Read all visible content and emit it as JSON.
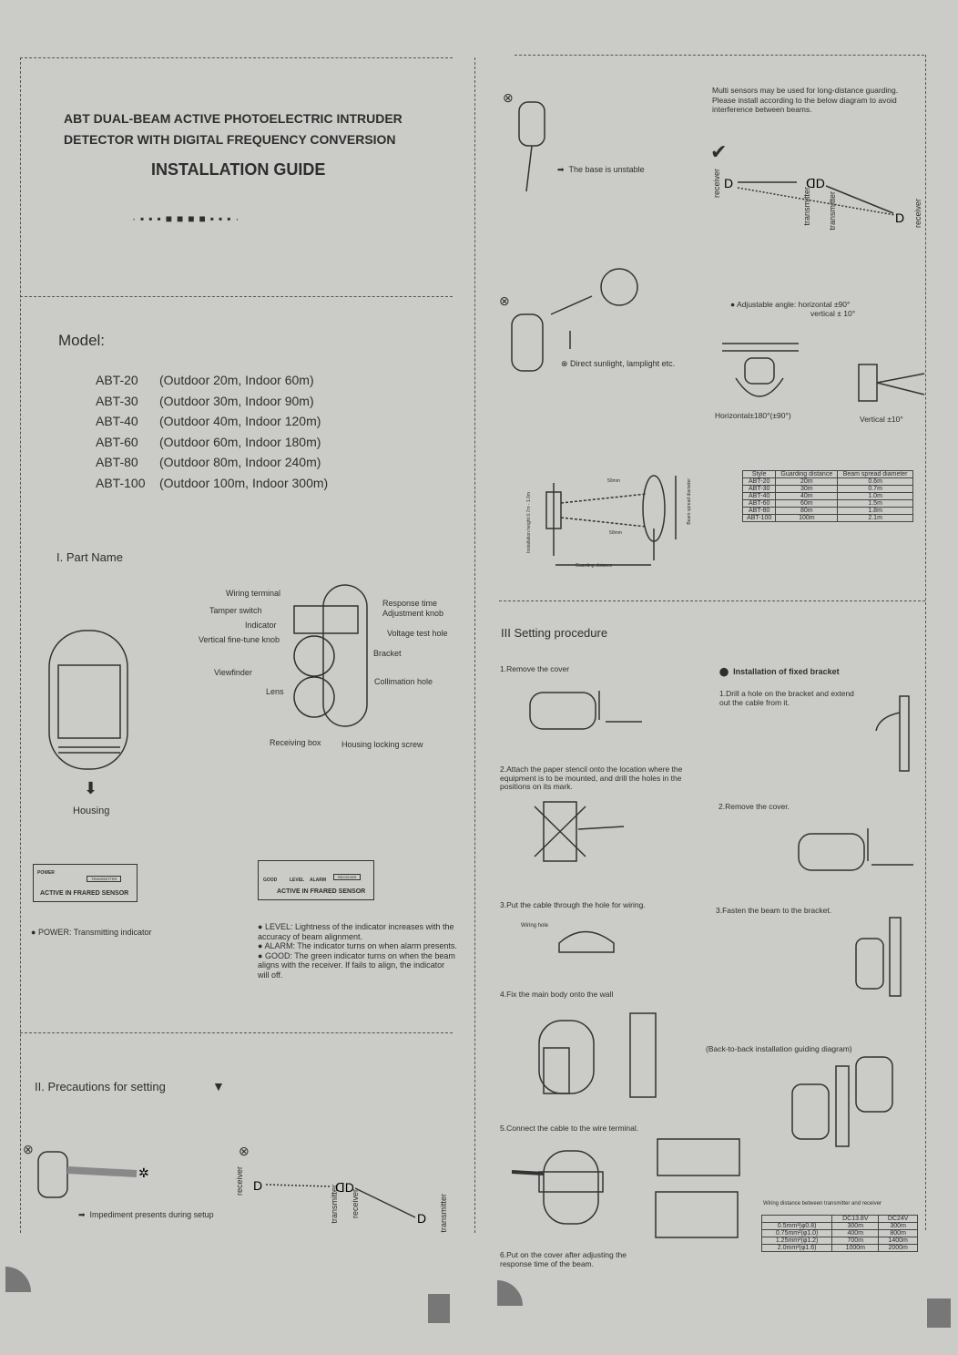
{
  "header": {
    "title_line1": "ABT DUAL-BEAM ACTIVE PHOTOELECTRIC INTRUDER",
    "title_line2": "DETECTOR WITH DIGITAL FREQUENCY CONVERSION",
    "guide": "INSTALLATION GUIDE"
  },
  "model": {
    "heading": "Model:",
    "items": [
      {
        "name": "ABT-20",
        "spec": "(Outdoor 20m, Indoor 60m)"
      },
      {
        "name": "ABT-30",
        "spec": "(Outdoor 30m, Indoor 90m)"
      },
      {
        "name": "ABT-40",
        "spec": "(Outdoor 40m, Indoor 120m)"
      },
      {
        "name": "ABT-60",
        "spec": "(Outdoor 60m, Indoor 180m)"
      },
      {
        "name": "ABT-80",
        "spec": "(Outdoor 80m, Indoor 240m)"
      },
      {
        "name": "ABT-100",
        "spec": "(Outdoor 100m, Indoor 300m)"
      }
    ]
  },
  "parts": {
    "heading": "I. Part Name",
    "housing": "Housing",
    "labels": {
      "wiring_terminal": "Wiring terminal",
      "tamper": "Tamper switch",
      "indicator": "Indicator",
      "vertical": "Vertical fine-tune knob",
      "viewfinder": "Viewfinder",
      "lens": "Lens",
      "response": "Response time",
      "adjust": "Adjustment knob",
      "voltage": "Voltage test hole",
      "bracket": "Bracket",
      "collimation": "Collimation hole",
      "receiving": "Receiving box",
      "locking": "Housing locking screw"
    }
  },
  "panels": {
    "power": "POWER",
    "transmitter": "TRANSMITTER",
    "receiver": "RECEIVER",
    "good": "GOOD",
    "level": "LEVEL",
    "alarm": "ALARM",
    "sensor": "ACTIVE IN FRARED SENSOR",
    "power_note": "POWER: Transmitting indicator",
    "notes": [
      "LEVEL: Lightness of the indicator increases with the accuracy of beam alignment.",
      "ALARM: The indicator turns on when alarm presents.",
      "GOOD: The green indicator turns on when the beam aligns with the receiver. If fails to align, the indicator will off."
    ]
  },
  "precautions": {
    "heading": "II. Precautions for setting",
    "impediment": "Impediment presents during setup",
    "base": "The base is unstable",
    "sunlight": "Direct sunlight, lamplight etc.",
    "receiver": "receiver",
    "transmitter": "transmitter"
  },
  "multi": {
    "text": "Multi sensors may be used for long-distance guarding. Please install according to the below diagram to avoid interference between beams.",
    "angle": "Adjustable angle:",
    "horizontal": "horizontal ±90°",
    "vertical": "vertical ± 10°",
    "h_label": "Horizontal±180°(±90°)",
    "v_label": "Vertical ±10°"
  },
  "beam": {
    "height": "Installation height 0.7m - 1.0m",
    "mm50": "50mm",
    "guarding": "Guarding distance",
    "spread": "Beam spread diameter"
  },
  "spread_table": {
    "headers": [
      "Style",
      "Guarding distance",
      "Beam spread diameter"
    ],
    "rows": [
      [
        "ABT-20",
        "20m",
        "0.6m"
      ],
      [
        "ABT-30",
        "30m",
        "0.7m"
      ],
      [
        "ABT-40",
        "40m",
        "1.0m"
      ],
      [
        "ABT-60",
        "60m",
        "1.5m"
      ],
      [
        "ABT-80",
        "80m",
        "1.8m"
      ],
      [
        "ABT-100",
        "100m",
        "2.1m"
      ]
    ]
  },
  "setting": {
    "heading": "III Setting procedure",
    "steps": [
      "1.Remove the cover",
      "2.Attach the paper stencil onto the location where the equipment is to be mounted, and drill the holes in the positions on its mark.",
      "3.Put the cable through the hole for wiring.",
      "4.Fix the main body onto the wall",
      "5.Connect the cable to the wire terminal.",
      "6.Put on the cover after adjusting the response time of the beam."
    ],
    "wiring_hole": "Wiring hole"
  },
  "fixed": {
    "heading": "Installation of fixed bracket",
    "steps": [
      "1.Drill a hole on the bracket and extend out the cable from it.",
      "2.Remove the cover.",
      "3.Fasten the beam to the bracket."
    ],
    "back": "(Back-to-back installation guiding diagram)"
  },
  "wiring_table": {
    "title": "Wiring distance between transmitter and receiver",
    "headers": [
      "",
      "DC13.8V",
      "DC24V"
    ],
    "rows": [
      [
        "0.5mm²(φ0.8)",
        "300m",
        "300m"
      ],
      [
        "0.75mm²(φ1.0)",
        "400m",
        "800m"
      ],
      [
        "1.25mm²(φ1.2)",
        "700m",
        "1400m"
      ],
      [
        "2.0mm²(φ1.6)",
        "1000m",
        "2000m"
      ]
    ]
  }
}
